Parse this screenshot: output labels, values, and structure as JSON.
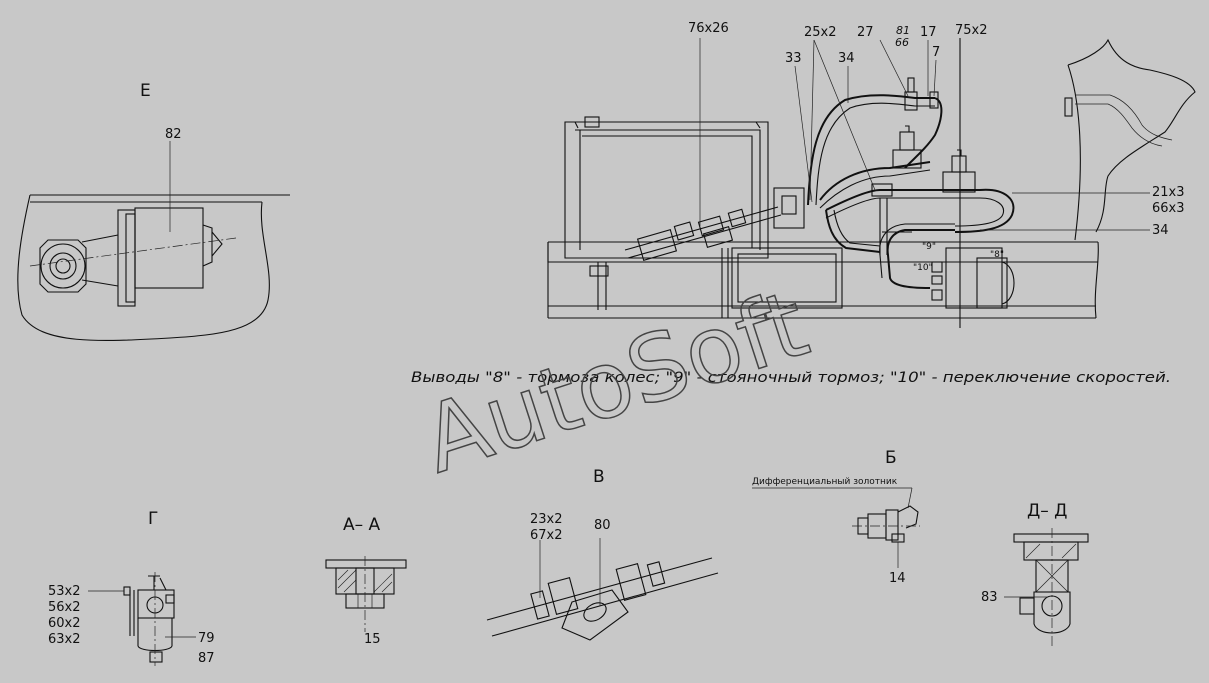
{
  "views": {
    "e": {
      "title": "Е",
      "callout": "82"
    },
    "g": {
      "title": "Г",
      "left": [
        "53х2",
        "56х2",
        "60х2",
        "63х2"
      ],
      "right": [
        "79",
        "87"
      ]
    },
    "aa": {
      "title": "А– А",
      "callout": "15"
    },
    "v": {
      "title": "В",
      "left": [
        "23х2",
        "67х2"
      ],
      "right": "80"
    },
    "b": {
      "title": "Б",
      "caption": "Дифференциальный золотник",
      "callout": "14"
    },
    "dd": {
      "title": "Д– Д",
      "callout": "83"
    }
  },
  "main": {
    "callouts": {
      "c76": "76х26",
      "c25": "25х2",
      "c27": "27",
      "c81": "81",
      "c66": "66",
      "c17": "17",
      "c7": "7",
      "c75": "75х2",
      "c33": "33",
      "c34top": "34",
      "c21": "21х3",
      "c66x3": "66х3",
      "c34right": "34"
    },
    "ports": {
      "p8": "\"8\"",
      "p9": "\"9\"",
      "p10": "\"10\""
    },
    "note": "Выводы \"8\" - тормоза колес; \"9\" - стояночный тормоз; \"10\" - переключение скоростей."
  },
  "watermark": "AutoSoft",
  "colors": {
    "background": "#c8c8c8",
    "lines": "#111111"
  }
}
